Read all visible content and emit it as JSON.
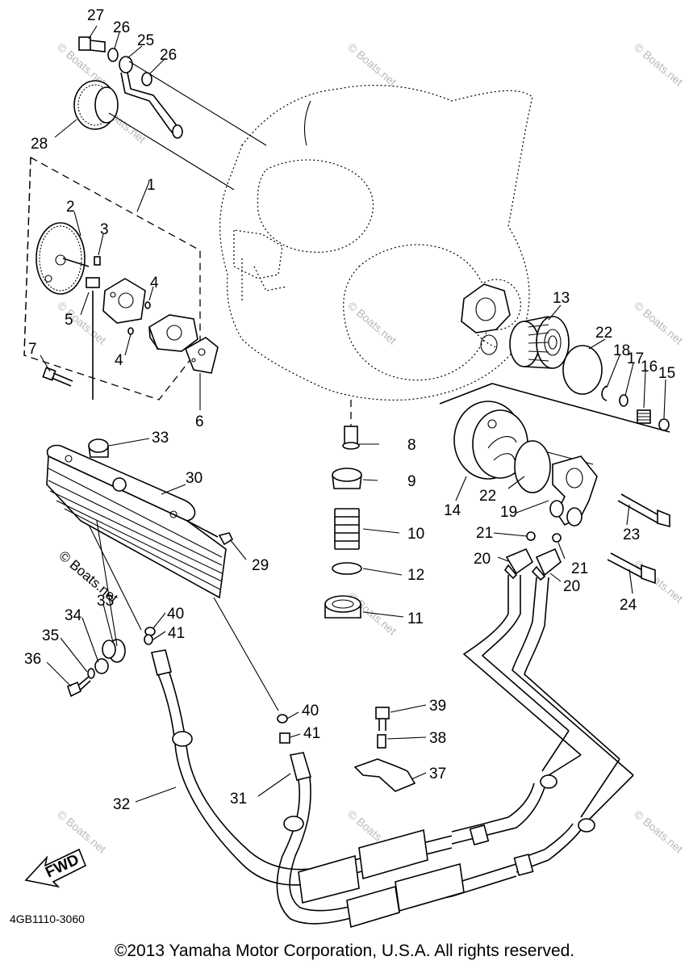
{
  "diagram_code": "4GB1110-3060",
  "copyright": "©2013 Yamaha Motor Corporation, U.S.A. All rights reserved.",
  "fwd_label": "FWD",
  "watermark_text": "© Boats.net",
  "watermark_short": "Boats.net",
  "callouts": {
    "c1": "1",
    "c2": "2",
    "c3": "3",
    "c4a": "4",
    "c4b": "4",
    "c5": "5",
    "c6": "6",
    "c7": "7",
    "c8": "8",
    "c9": "9",
    "c10": "10",
    "c11": "11",
    "c12": "12",
    "c13": "13",
    "c14": "14",
    "c15": "15",
    "c16": "16",
    "c17": "17",
    "c18": "18",
    "c19": "19",
    "c20a": "20",
    "c20b": "20",
    "c21a": "21",
    "c21b": "21",
    "c22a": "22",
    "c22b": "22",
    "c23": "23",
    "c24": "24",
    "c25": "25",
    "c26a": "26",
    "c26b": "26",
    "c27": "27",
    "c28": "28",
    "c29": "29",
    "c30": "30",
    "c31": "31",
    "c32": "32",
    "c33a": "33",
    "c33b": "33",
    "c34": "34",
    "c35": "35",
    "c36": "36",
    "c37": "37",
    "c38": "38",
    "c39": "39",
    "c40a": "40",
    "c40b": "40",
    "c41a": "41",
    "c41b": "41"
  }
}
